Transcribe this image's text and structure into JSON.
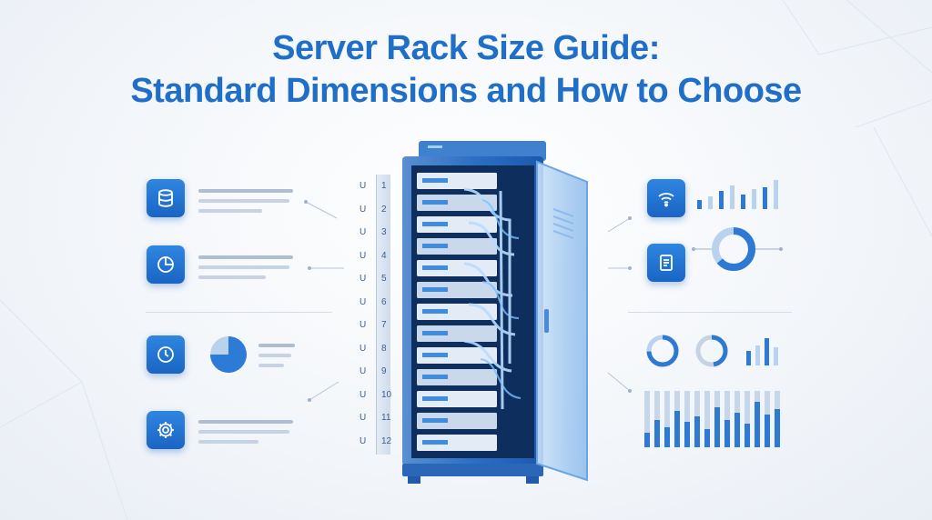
{
  "title": {
    "line1": "Server Rack Size Guide:",
    "line2": "Standard Dimensions and How to Choose"
  },
  "ruler": {
    "unit_label": "U",
    "numbers": [
      "1",
      "2",
      "3",
      "4",
      "5",
      "6",
      "7",
      "8",
      "9",
      "10",
      "11",
      "12"
    ]
  },
  "icons": {
    "left": [
      "database-icon",
      "pie-chart-icon",
      "clock-icon",
      "gear-icon"
    ],
    "right": [
      "wifi-icon",
      "document-icon"
    ]
  },
  "colors": {
    "title": "#1f6fc9",
    "accent": "#1a64c4",
    "accent_light": "#9ec6ee",
    "background": "#f3f6fa"
  }
}
